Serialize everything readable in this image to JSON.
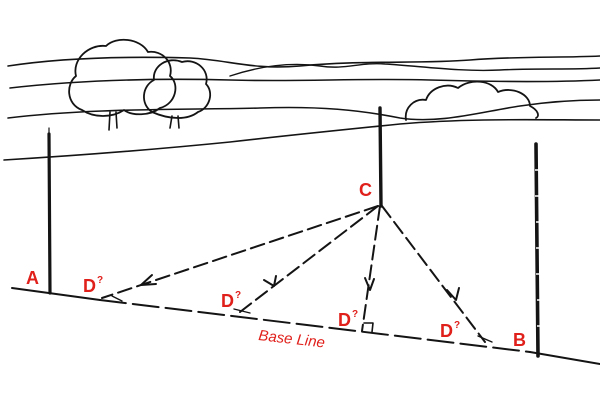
{
  "labels": {
    "point_a": "A",
    "point_b": "B",
    "point_c": "C",
    "d_letter": "D",
    "d_superscript": "?",
    "base_line": "Base Line"
  },
  "colors": {
    "label": "#e0201b",
    "ink": "#141414",
    "background": "#ffffff"
  }
}
